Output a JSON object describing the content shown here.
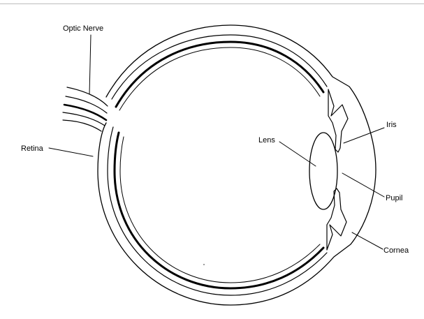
{
  "diagram": {
    "labels": {
      "optic_nerve": "Optic Nerve",
      "retina": "Retina",
      "lens": "Lens",
      "iris": "Iris",
      "pupil": "Pupil",
      "cornea": "Cornea"
    }
  }
}
